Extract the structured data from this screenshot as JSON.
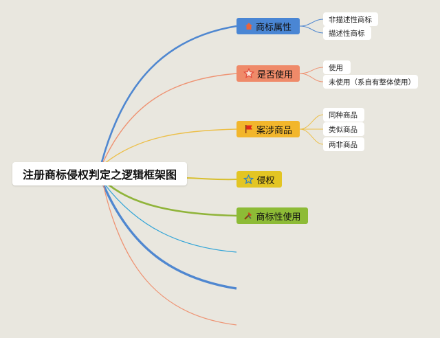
{
  "root": {
    "label": "注册商标侵权判定之逻辑框架图"
  },
  "branches": [
    {
      "id": "b1",
      "label": "商标属性",
      "icon": "house-icon",
      "color": "#4a86d4",
      "line": "#4f87d0"
    },
    {
      "id": "b2",
      "label": "是否使用",
      "icon": "star-outline-icon",
      "color": "#ef8a69",
      "line": "#ee9373"
    },
    {
      "id": "b3",
      "label": "案涉商品",
      "icon": "flag-icon",
      "color": "#f2b62c",
      "line": "#ecbf48"
    },
    {
      "id": "b4",
      "label": "侵权",
      "icon": "star-outline-icon",
      "color": "#e3c523",
      "line": "#d8bf2e"
    },
    {
      "id": "b5",
      "label": "商标性使用",
      "icon": "tools-icon",
      "color": "#8dbb36",
      "line": "#90b43a"
    }
  ],
  "leaves": {
    "b1": [
      "非描述性商标",
      "描述性商标"
    ],
    "b2": [
      "使用",
      "未使用（系自有整体使用）"
    ],
    "b3": [
      "同种商品",
      "类似商品",
      "两非商品"
    ]
  }
}
